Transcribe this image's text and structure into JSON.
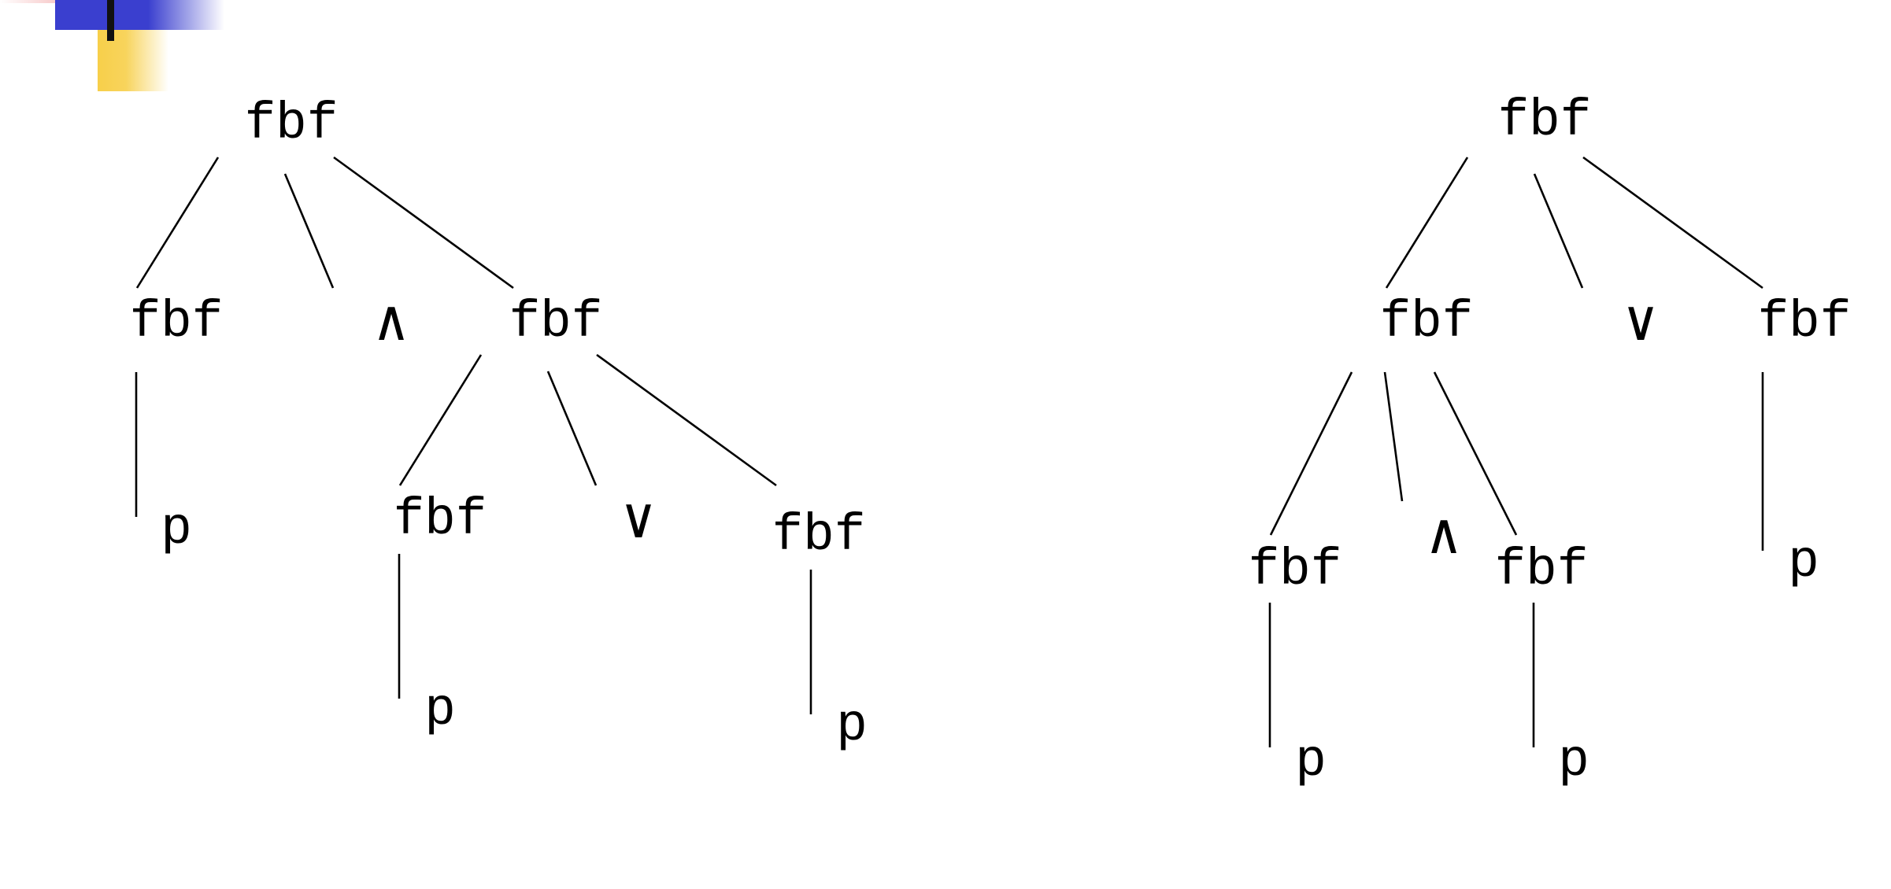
{
  "colors": {
    "decor_blue": "#3a3fcf",
    "decor_yellow": "#f7cf4a",
    "decor_pink": "#f2a6a6",
    "decor_bar": "#111111",
    "ink": "#000000"
  },
  "trees": [
    {
      "name": "left-tree",
      "nodes": [
        {
          "id": "root",
          "label": "fbf"
        },
        {
          "id": "a",
          "label": "fbf"
        },
        {
          "id": "and",
          "label": "∧"
        },
        {
          "id": "b",
          "label": "fbf"
        },
        {
          "id": "a-p",
          "label": "p"
        },
        {
          "id": "b1",
          "label": "fbf"
        },
        {
          "id": "or",
          "label": "∨"
        },
        {
          "id": "b2",
          "label": "fbf"
        },
        {
          "id": "b1-p",
          "label": "p"
        },
        {
          "id": "b2-p",
          "label": "p"
        }
      ]
    },
    {
      "name": "right-tree",
      "nodes": [
        {
          "id": "root",
          "label": "fbf"
        },
        {
          "id": "a",
          "label": "fbf"
        },
        {
          "id": "or",
          "label": "∨"
        },
        {
          "id": "b",
          "label": "fbf"
        },
        {
          "id": "a1",
          "label": "fbf"
        },
        {
          "id": "and",
          "label": "∧"
        },
        {
          "id": "a2",
          "label": "fbf"
        },
        {
          "id": "b-p",
          "label": "p"
        },
        {
          "id": "a1-p",
          "label": "p"
        },
        {
          "id": "a2-p",
          "label": "p"
        }
      ]
    }
  ]
}
